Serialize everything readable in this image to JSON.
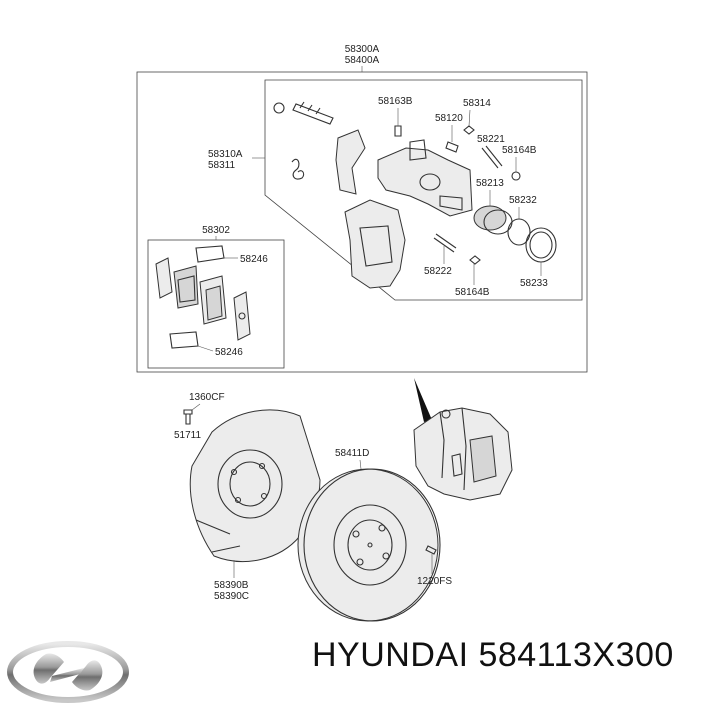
{
  "labels": {
    "assembly_1": "58300A",
    "assembly_2": "58400A",
    "caliper_1": "58310A",
    "caliper_2": "58311",
    "pad_kit": "58302",
    "shim_top": "58246",
    "shim_bottom": "58246",
    "bleeder": "58163B",
    "cap": "58314",
    "pin_upper": "58120",
    "boot_upper": "58221",
    "bolt_upper": "58164B",
    "piston": "58213",
    "seal": "58232",
    "boot_lower": "58222",
    "bolt_lower": "58164B",
    "ring": "58233",
    "screw": "1360CF",
    "washer": "51711",
    "disc": "58411D",
    "dust_cover_1": "58390B",
    "dust_cover_2": "58390C",
    "disc_screw": "1220FS"
  },
  "caption": {
    "text": "HYUNDAI 584113X300"
  }
}
